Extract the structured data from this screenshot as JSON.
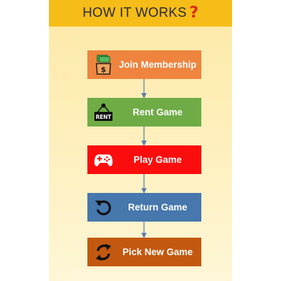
{
  "header": {
    "title": "HOW IT WORKS",
    "icon": "question-mark-icon"
  },
  "steps": [
    {
      "label": "Join Membership",
      "icon": "money-membership-icon",
      "color": "#ee843e"
    },
    {
      "label": "Rent Game",
      "icon": "rent-sign-icon",
      "color": "#6fac46"
    },
    {
      "label": "Play Game",
      "icon": "gamepad-icon",
      "color": "#fc0d0d"
    },
    {
      "label": "Return Game",
      "icon": "return-arrow-icon",
      "color": "#4677ad"
    },
    {
      "label": "Pick New Game",
      "icon": "refresh-arrows-icon",
      "color": "#c35910"
    }
  ],
  "colors": {
    "header_bg": "#f6bc18",
    "panel_bg": "#fde9a7",
    "connector": "#5b7fb0",
    "question_mark": "#d9261c"
  }
}
